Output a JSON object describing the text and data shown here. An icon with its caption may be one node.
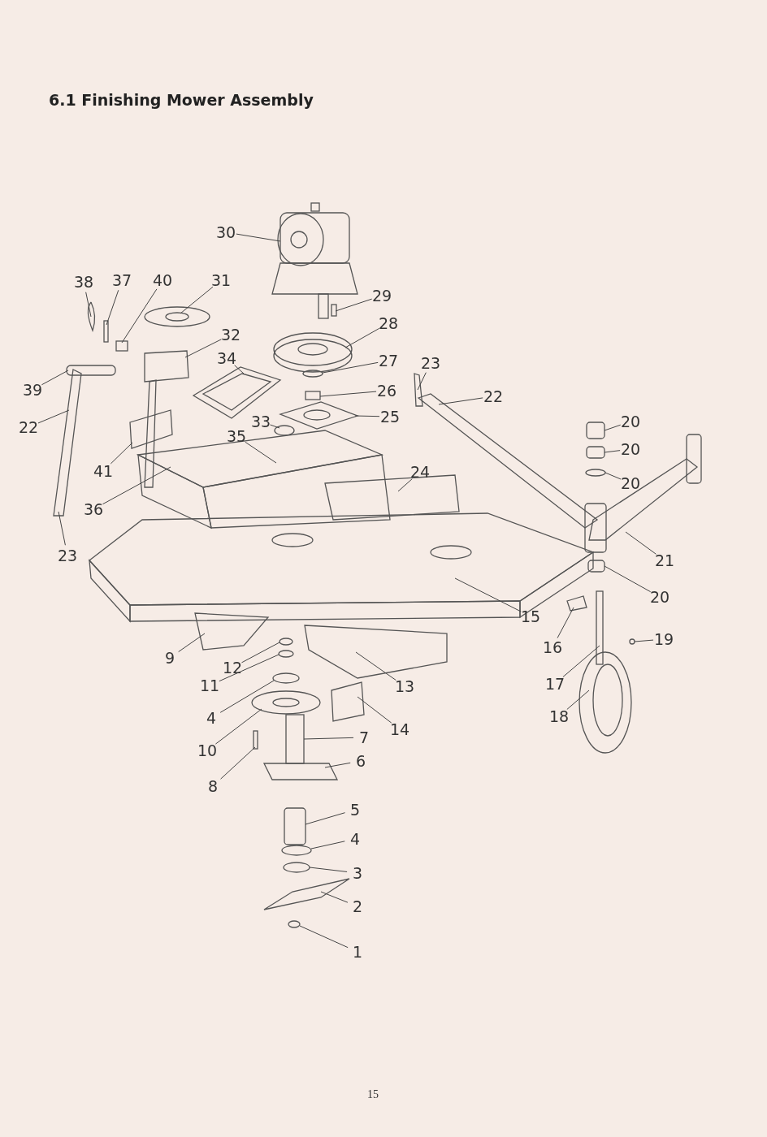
{
  "diagram": {
    "title": "6.1 Finishing Mower Assembly",
    "nodes": [
      {
        "text": [
          "30"
        ]
      },
      {
        "text": [
          "38"
        ]
      },
      {
        "text": [
          "37"
        ]
      },
      {
        "text": [
          "40"
        ]
      },
      {
        "text": [
          "31"
        ]
      },
      {
        "text": [
          "29"
        ]
      },
      {
        "text": [
          "32"
        ]
      },
      {
        "text": [
          "28"
        ]
      },
      {
        "text": [
          "34"
        ]
      },
      {
        "text": [
          "27"
        ]
      },
      {
        "text": [
          "23"
        ]
      },
      {
        "text": [
          "39"
        ]
      },
      {
        "text": [
          "26"
        ]
      },
      {
        "text": [
          "22"
        ]
      },
      {
        "text": [
          "25"
        ]
      },
      {
        "text": [
          "22"
        ]
      },
      {
        "text": [
          "33"
        ]
      },
      {
        "text": [
          "20"
        ]
      },
      {
        "text": [
          "35"
        ]
      },
      {
        "text": [
          "20"
        ]
      },
      {
        "text": [
          "41"
        ]
      },
      {
        "text": [
          "20"
        ]
      },
      {
        "text": [
          "24"
        ]
      },
      {
        "text": [
          "36"
        ]
      },
      {
        "text": [
          "23"
        ]
      },
      {
        "text": [
          "21"
        ]
      },
      {
        "text": [
          "20"
        ]
      },
      {
        "text": [
          "15"
        ]
      },
      {
        "text": [
          "16"
        ]
      },
      {
        "text": [
          "19"
        ]
      },
      {
        "text": [
          "9"
        ]
      },
      {
        "text": [
          "12"
        ]
      },
      {
        "text": [
          "11"
        ]
      },
      {
        "text": [
          "13"
        ]
      },
      {
        "text": [
          "17"
        ]
      },
      {
        "text": [
          "4"
        ]
      },
      {
        "text": [
          "18"
        ]
      },
      {
        "text": [
          "14"
        ]
      },
      {
        "text": [
          "10"
        ]
      },
      {
        "text": [
          "7"
        ]
      },
      {
        "text": [
          "8"
        ]
      },
      {
        "text": [
          "6"
        ]
      },
      {
        "text": [
          "5"
        ]
      },
      {
        "text": [
          "4"
        ]
      },
      {
        "text": [
          "3"
        ]
      },
      {
        "text": [
          "2"
        ]
      },
      {
        "text": [
          "1"
        ]
      }
    ],
    "edges": [
      {
        "from": 0,
        "to": null,
        "arrow": "none"
      },
      {
        "from": 1,
        "to": null,
        "arrow": "none"
      },
      {
        "from": 2,
        "to": null,
        "arrow": "none"
      },
      {
        "from": 3,
        "to": null,
        "arrow": "none"
      },
      {
        "from": 4,
        "to": null,
        "arrow": "none"
      },
      {
        "from": 5,
        "to": null,
        "arrow": "none"
      },
      {
        "from": 6,
        "to": null,
        "arrow": "none"
      },
      {
        "from": 7,
        "to": null,
        "arrow": "none"
      },
      {
        "from": 8,
        "to": null,
        "arrow": "none"
      },
      {
        "from": 9,
        "to": null,
        "arrow": "none"
      },
      {
        "from": 10,
        "to": null,
        "arrow": "none"
      },
      {
        "from": 11,
        "to": null,
        "arrow": "none"
      },
      {
        "from": 12,
        "to": null,
        "arrow": "none"
      },
      {
        "from": 13,
        "to": null,
        "arrow": "none"
      },
      {
        "from": 14,
        "to": null,
        "arrow": "none"
      },
      {
        "from": 15,
        "to": null,
        "arrow": "none"
      },
      {
        "from": 16,
        "to": null,
        "arrow": "none"
      },
      {
        "from": 17,
        "to": null,
        "arrow": "none"
      },
      {
        "from": 18,
        "to": null,
        "arrow": "none"
      },
      {
        "from": 19,
        "to": null,
        "arrow": "none"
      },
      {
        "from": 20,
        "to": null,
        "arrow": "none"
      },
      {
        "from": 21,
        "to": null,
        "arrow": "none"
      },
      {
        "from": 22,
        "to": null,
        "arrow": "none"
      },
      {
        "from": 23,
        "to": null,
        "arrow": "none"
      },
      {
        "from": 24,
        "to": null,
        "arrow": "none"
      },
      {
        "from": 25,
        "to": null,
        "arrow": "none"
      },
      {
        "from": 26,
        "to": null,
        "arrow": "none"
      },
      {
        "from": 27,
        "to": null,
        "arrow": "none"
      },
      {
        "from": 28,
        "to": null,
        "arrow": "none"
      },
      {
        "from": 29,
        "to": null,
        "arrow": "none"
      },
      {
        "from": 30,
        "to": null,
        "arrow": "none"
      },
      {
        "from": 31,
        "to": null,
        "arrow": "none"
      },
      {
        "from": 32,
        "to": null,
        "arrow": "none"
      },
      {
        "from": 33,
        "to": null,
        "arrow": "none"
      },
      {
        "from": 34,
        "to": null,
        "arrow": "none"
      },
      {
        "from": 35,
        "to": null,
        "arrow": "none"
      },
      {
        "from": 36,
        "to": null,
        "arrow": "none"
      },
      {
        "from": 37,
        "to": null,
        "arrow": "none"
      },
      {
        "from": 38,
        "to": null,
        "arrow": "none"
      },
      {
        "from": 39,
        "to": null,
        "arrow": "none"
      },
      {
        "from": 40,
        "to": null,
        "arrow": "none"
      },
      {
        "from": 41,
        "to": null,
        "arrow": "none"
      },
      {
        "from": 42,
        "to": null,
        "arrow": "none"
      },
      {
        "from": 43,
        "to": null,
        "arrow": "none"
      },
      {
        "from": 44,
        "to": null,
        "arrow": "none"
      },
      {
        "from": 45,
        "to": null,
        "arrow": "none"
      },
      {
        "from": 46,
        "to": null,
        "arrow": "none"
      }
    ],
    "labels": [
      "15"
    ]
  }
}
